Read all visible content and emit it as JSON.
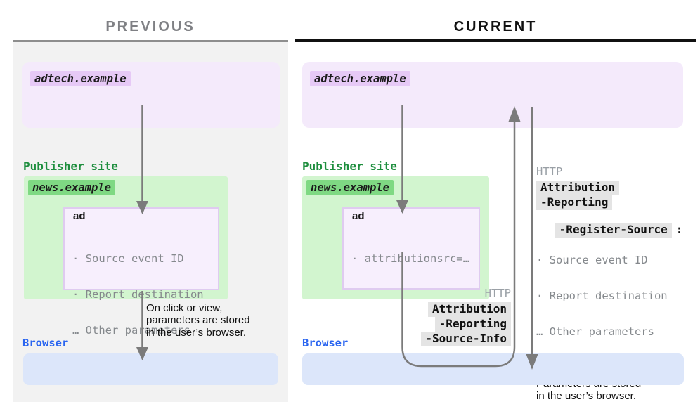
{
  "header": {
    "previous_title": "PREVIOUS",
    "current_title": "CURRENT"
  },
  "colors": {
    "panel_gray": "#f2f2f2",
    "lavender_box": "#f4eafb",
    "lavender_label": "#e6c9f6",
    "green_box": "#d2f5cf",
    "green_label": "#7fd983",
    "green_text": "#1e8e3e",
    "blue_text": "#2a65f0",
    "blue_box": "#dce6fa",
    "arrow_gray": "#7b7b7b",
    "muted_text": "#85898d",
    "highlight_bg": "#e4e4e4",
    "previous_title_gray": "#7f8084",
    "current_title_black": "#111111"
  },
  "previous": {
    "adtech_label": "adtech.example",
    "publisher_site_label": "Publisher site",
    "news_label": "news.example",
    "ad_label": "ad",
    "ad_params": [
      "· Source event ID",
      "· Report destination",
      "… Other parameters"
    ],
    "note_lines": [
      "On click or view,",
      "parameters are stored",
      "in the user’s browser."
    ],
    "browser_label": "Browser"
  },
  "current": {
    "adtech_label": "adtech.example",
    "publisher_site_label": "Publisher site",
    "news_label": "news.example",
    "ad_label": "ad",
    "ad_params": [
      "· attributionsrc=…"
    ],
    "request_header": {
      "protocol": "HTTP",
      "lines": [
        "Attribution",
        "-Reporting",
        "-Source-Info"
      ]
    },
    "response_header": {
      "protocol": "HTTP",
      "lines": [
        "Attribution",
        "-Reporting",
        "-Register-Source"
      ],
      "suffix": ":",
      "params": [
        "· Source event ID",
        "· Report destination",
        "… Other parameters"
      ]
    },
    "note_lines": [
      "Parameters are stored",
      "in the user’s browser."
    ],
    "browser_label": "Browser"
  }
}
